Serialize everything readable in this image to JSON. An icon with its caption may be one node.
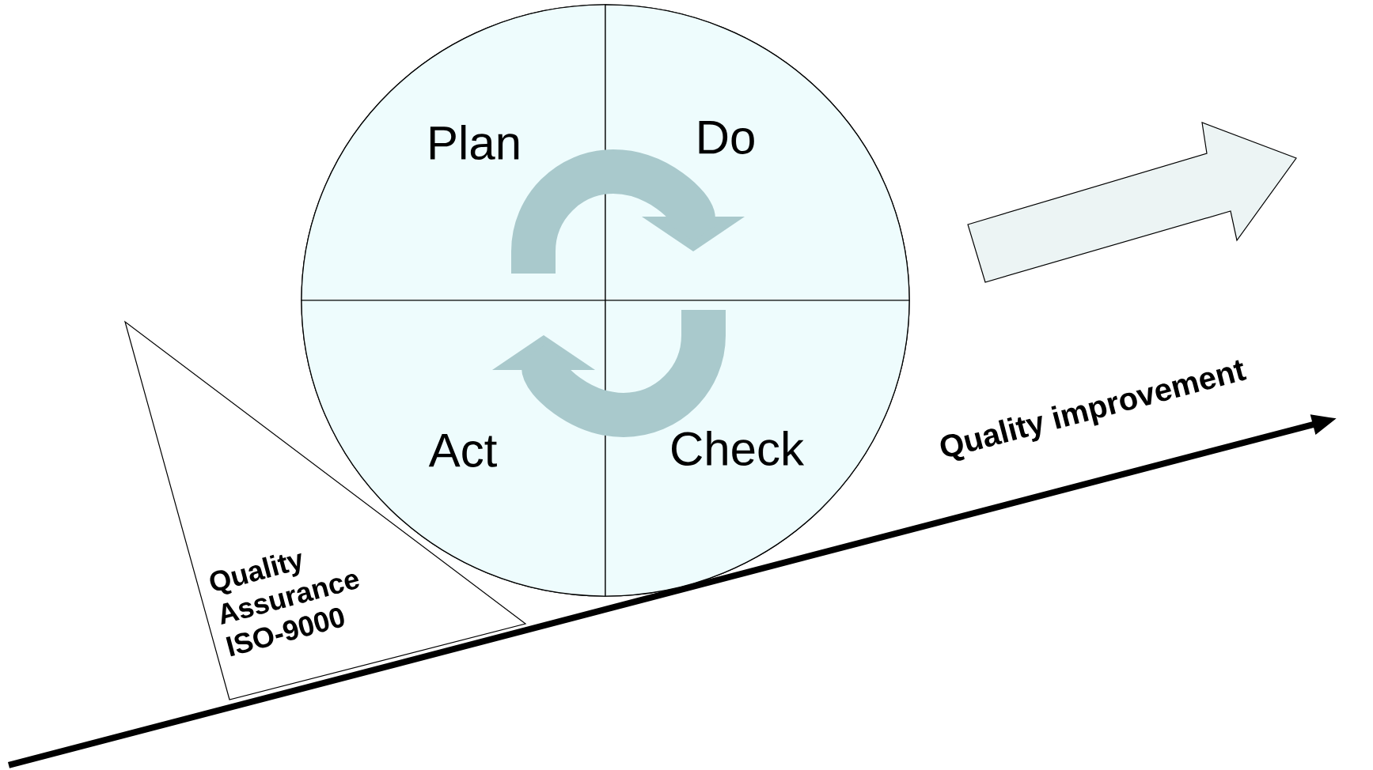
{
  "diagram": {
    "nodes": [
      {
        "text": [],
        "shape": "circle"
      },
      {
        "text": [
          "Plan"
        ],
        "in": 0
      },
      {
        "text": [
          "Do"
        ],
        "in": 0
      },
      {
        "text": [
          "Act"
        ],
        "in": 0
      },
      {
        "text": [
          "Check"
        ],
        "in": 0
      },
      {
        "text": [
          "Quality Assurance ISO-9000"
        ]
      }
    ],
    "edges": [
      {
        "from": 1,
        "to": 2,
        "arrow": "to"
      },
      {
        "from": 4,
        "to": 3,
        "arrow": "to"
      }
    ],
    "labels": [
      "Quality improvement"
    ]
  }
}
